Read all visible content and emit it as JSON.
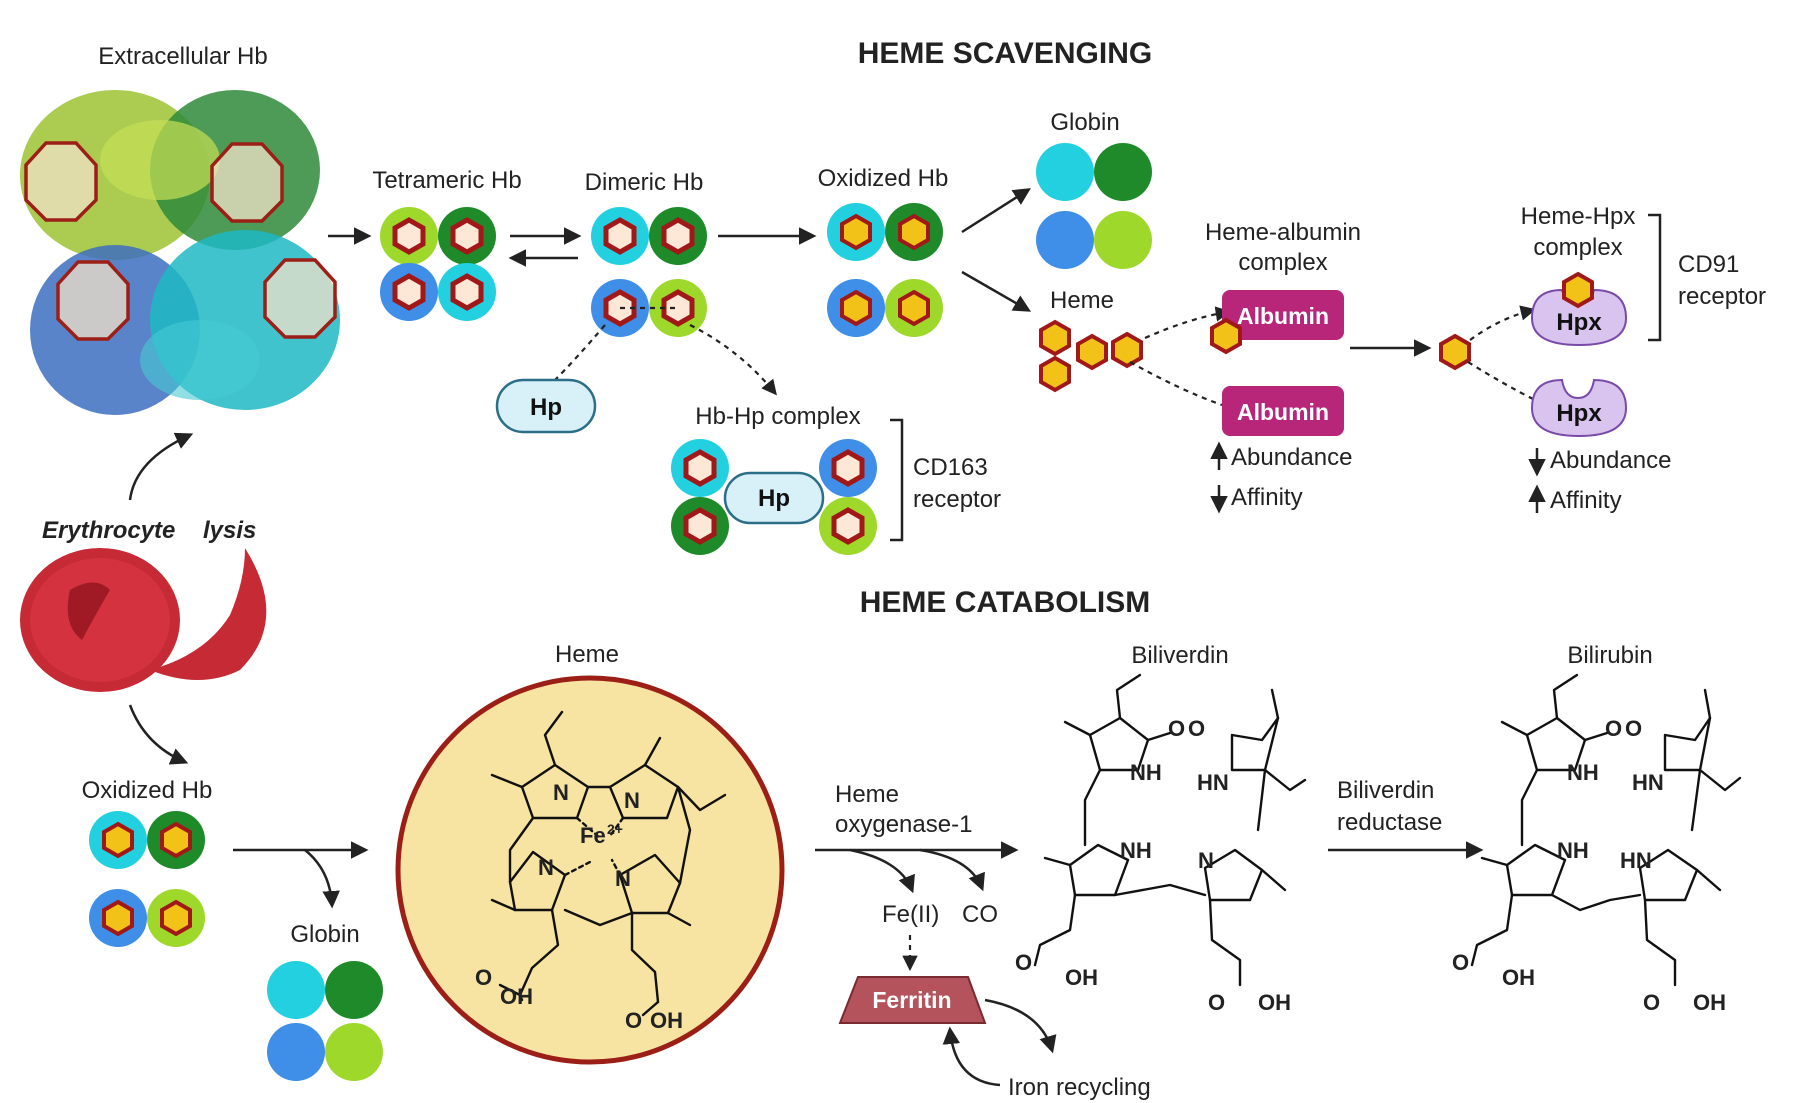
{
  "titles": {
    "scavenging": "HEME SCAVENGING",
    "catabolism": "HEME CATABOLISM"
  },
  "labels": {
    "extracellular_hb": "Extracellular Hb",
    "tetrameric_hb": "Tetrameric Hb",
    "dimeric_hb": "Dimeric Hb",
    "oxidized_hb_top": "Oxidized Hb",
    "globin_top": "Globin",
    "heme_top": "Heme",
    "heme_albumin_1": "Heme-albumin",
    "heme_albumin_2": "complex",
    "heme_hpx_1": "Heme-Hpx",
    "heme_hpx_2": "complex",
    "cd91_1": "CD91",
    "cd91_2": "receptor",
    "hp": "Hp",
    "hb_hp_complex": "Hb-Hp complex",
    "cd163_1": "CD163",
    "cd163_2": "receptor",
    "albumin": "Albumin",
    "hpx": "Hpx",
    "abundance": "Abundance",
    "affinity": "Affinity",
    "erythrocyte_lysis_1": "Erythrocyte",
    "erythrocyte_lysis_2": "lysis",
    "oxidized_hb_bottom": "Oxidized Hb",
    "globin_bottom": "Globin",
    "heme_bottom": "Heme",
    "heme_oxygenase_1": "Heme",
    "heme_oxygenase_2": "oxygenase-1",
    "fe_ii": "Fe(II)",
    "co": "CO",
    "ferritin": "Ferritin",
    "iron_recycling": "Iron recycling",
    "biliverdin": "Biliverdin",
    "biliverdin_reductase_1": "Biliverdin",
    "biliverdin_reductase_2": "reductase",
    "bilirubin": "Bilirubin"
  },
  "chem": {
    "n": "N",
    "fe": "Fe",
    "fe_charge": "2+",
    "nh": "NH",
    "hn": "HN",
    "o": "O",
    "oh": "OH"
  },
  "colors": {
    "cyan": "#22d0e0",
    "dark_green": "#1e8a2a",
    "blue": "#3f8ee8",
    "lime": "#9ed82b",
    "heme_core": "#fde7d6",
    "heme_ring": "#a01818",
    "heme_yellow": "#f2c218",
    "albumin": "#b8267a",
    "hpx": "#d8c4ef",
    "hp": "#d8f1f8",
    "ferritin": "#b5535c",
    "heme_circle_fill": "#f7e3a2",
    "heme_circle_border": "#9c1f17",
    "rbc": "#c52a35"
  }
}
